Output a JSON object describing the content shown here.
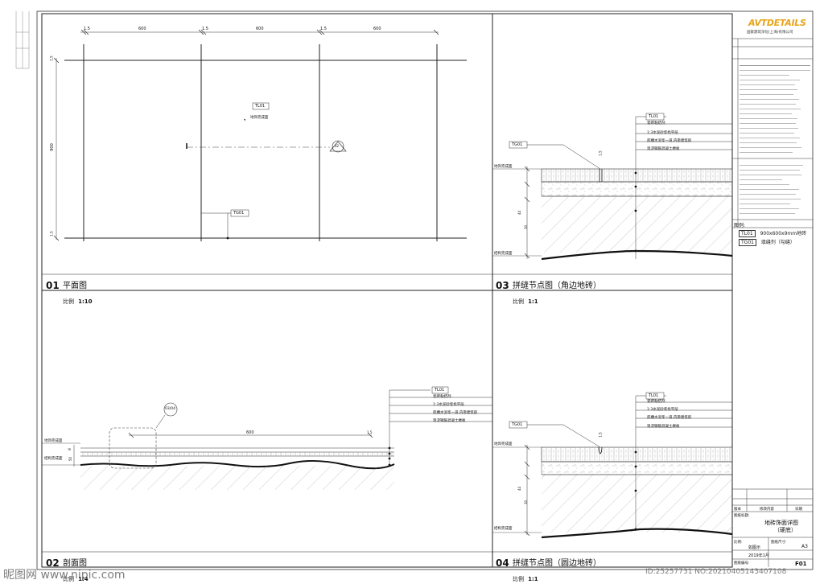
{
  "sheet": {
    "brand": "AVTDETAILS",
    "brand_sub": "国家建筑深化(上海)有限公司"
  },
  "views": [
    {
      "num": "01",
      "name": "平面图",
      "scale_label": "比例",
      "scale": "1:10"
    },
    {
      "num": "02",
      "name": "剖面图",
      "scale_label": "比例",
      "scale": "1:4"
    },
    {
      "num": "03",
      "name": "拼缝节点图（角边地砖）",
      "scale_label": "比例",
      "scale": "1:1"
    },
    {
      "num": "04",
      "name": "拼缝节点图（圆边地砖）",
      "scale_label": "比例",
      "scale": "1:1"
    }
  ],
  "plan": {
    "dims_top": [
      "1.5",
      "600",
      "1.5",
      "600",
      "1.5",
      "600"
    ],
    "dim_left_total": "900",
    "dim_left_small": "1.5",
    "tag_tile": "TL01",
    "tag_grout": "TG01",
    "label_finish": "地饰完成面",
    "section_ref": "02"
  },
  "layer_callouts": {
    "tag": "TL01",
    "layers": [
      "瓷砖粘结剂",
      "1:3水泥砂浆找平层",
      "底槽水泥浆一道,内掺建筑胶",
      "现浇钢筋混凝土楼板"
    ]
  },
  "section02": {
    "ref": "03/04",
    "dim_span": "600",
    "dim_joint": "1.5",
    "label_finish": "地饰完成面",
    "label_struct": "结构完成面",
    "dim_v1": "8",
    "dim_v2": "50"
  },
  "detail": {
    "tag_grout": "TG01",
    "dim_joint": "1.5",
    "label_finish": "地饰完成面",
    "label_struct": "结构完成面",
    "dim_v1": "44",
    "dim_v2": "30"
  },
  "legend": {
    "label": "图例:",
    "items": [
      {
        "tag": "TL01",
        "desc": "900x600x9mm地砖"
      },
      {
        "tag": "TG01",
        "desc": "填缝剂（勾缝）"
      }
    ]
  },
  "titleblock": {
    "rev_cols": [
      "版本",
      "修改内容",
      "日期"
    ],
    "drawing_name_label": "图纸标题:",
    "drawing_name": "地砖饰面详图",
    "drawing_sub": "（硬底）",
    "scale_label": "比例:",
    "scale_value": "如图示",
    "size_label": "图纸尺寸:",
    "size_value": "A3",
    "date_value": "2019年1月",
    "drawn_label": "图纸编号:",
    "drawing_no": "F01"
  },
  "watermark": {
    "left": "昵图网 www.nipic.com",
    "right": "ID:25257731 NO:20210405143407108"
  }
}
